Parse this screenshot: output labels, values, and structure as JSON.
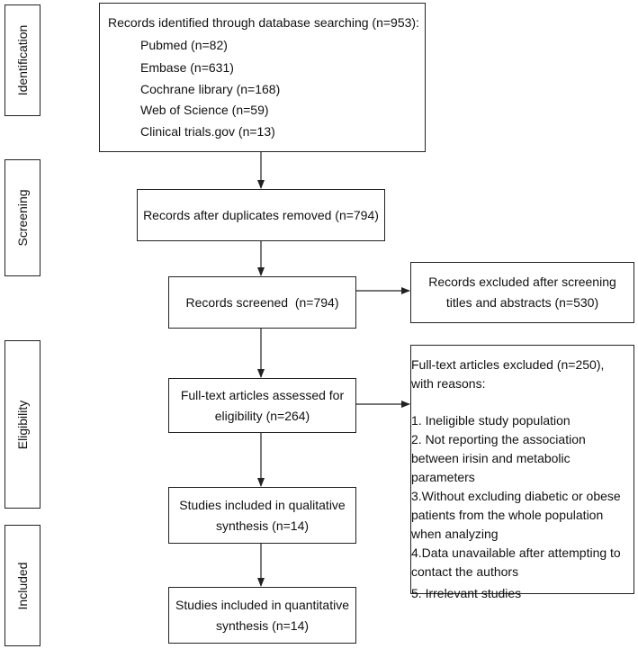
{
  "stages": {
    "identification": "Identification",
    "screening": "Screening",
    "eligibility": "Eligibility",
    "included": "Included"
  },
  "identified": {
    "title": "Records identified through database searching (n=953):",
    "sources": [
      "Pubmed (n=82)",
      "Embase (n=631)",
      "Cochrane library (n=168)",
      "Web of Science (n=59)",
      "Clinical trials.gov (n=13)"
    ]
  },
  "duplicates_removed": "Records after duplicates removed (n=794)",
  "screened": "Records screened  (n=794)",
  "excluded_screening": "Records excluded after screening titles and abstracts (n=530)",
  "fulltext_assessed": "Full-text articles assessed for eligibility (n=264)",
  "fulltext_excluded": {
    "title": "Full-text articles excluded (n=250), with reasons:",
    "reasons": [
      "1. Ineligible study population",
      "2. Not reporting the association between irisin and metabolic parameters",
      "3.Without excluding diabetic or obese patients from the whole population when analyzing",
      "4.Data unavailable after attempting to contact the authors",
      "5. Irrelevant studies"
    ]
  },
  "qualitative": "Studies included in qualitative synthesis (n=14)",
  "quantitative": "Studies included in quantitative synthesis (n=14)"
}
